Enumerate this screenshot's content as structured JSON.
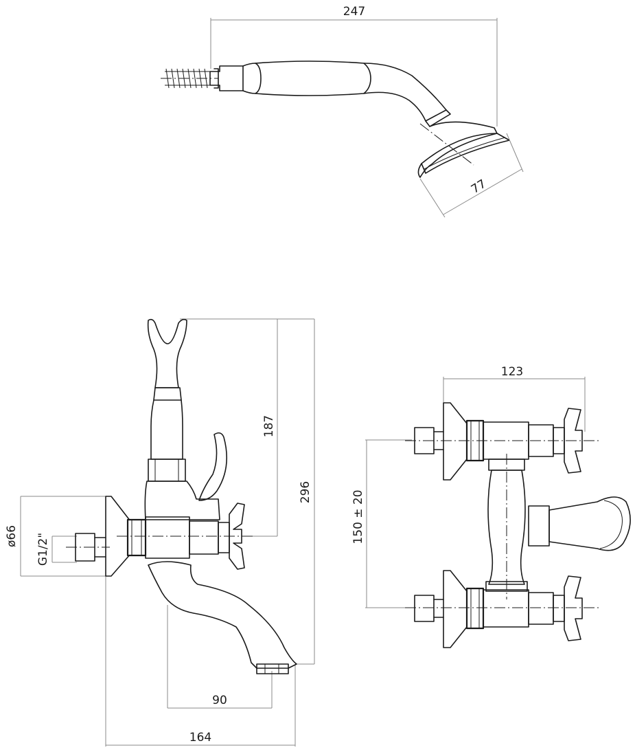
{
  "dimensions": {
    "hand_shower_length": "247",
    "shower_head_diameter": "77",
    "holder_to_axis": "187",
    "overall_height": "296",
    "flange_diameter": "ø66",
    "inlet_thread": "G1/2\"",
    "spout_projection": "90",
    "overall_depth": "164",
    "overall_width": "123",
    "inlet_centres": "150 ± 20"
  }
}
